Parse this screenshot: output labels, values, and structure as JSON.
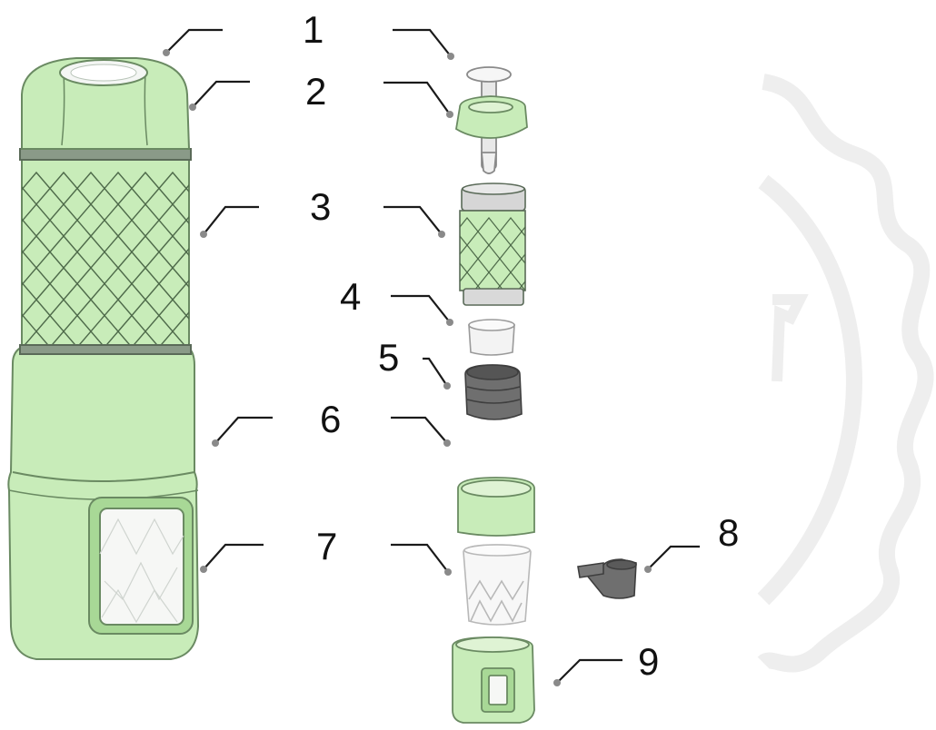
{
  "diagram": {
    "callouts": [
      {
        "number": "1"
      },
      {
        "number": "2"
      },
      {
        "number": "3"
      },
      {
        "number": "4"
      },
      {
        "number": "5"
      },
      {
        "number": "6"
      },
      {
        "number": "7"
      },
      {
        "number": "8"
      },
      {
        "number": "9"
      }
    ]
  },
  "colors": {
    "body_green": "#c8ecb9",
    "green_shade": "#9fd08c",
    "outline": "#6a8a62",
    "grey_part": "#6f6f6f",
    "leader_line": "#1a1a1a",
    "watermark": "#eeeeee"
  }
}
